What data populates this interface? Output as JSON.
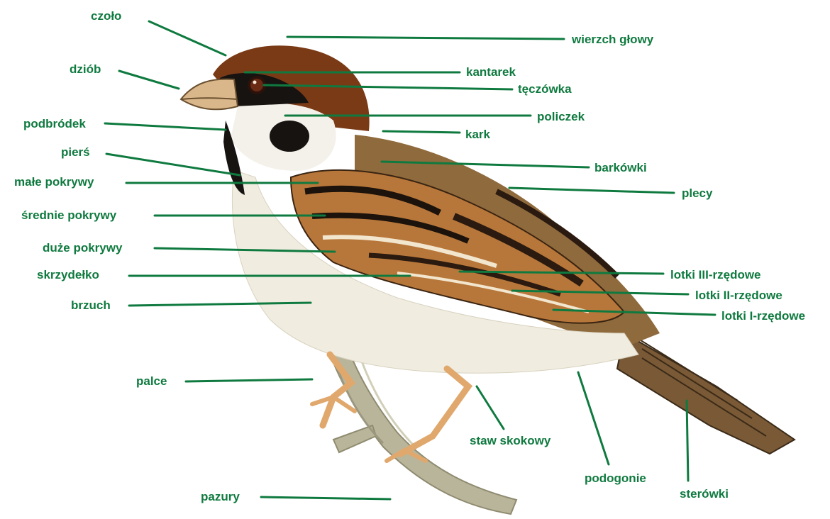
{
  "colors": {
    "label": "#0f7a3f",
    "crown": "#7a3a16",
    "cheek": "#f4f1ea",
    "mask": "#161311",
    "wing": "#b8773a",
    "belly": "#f0ece0",
    "branch": "#b9b59a",
    "legs": "#e0a86d"
  },
  "labels": {
    "czolo": "czoło",
    "wierzch_glowy": "wierzch głowy",
    "dziob": "dziób",
    "kantarek": "kantarek",
    "teczowka": "tęczówka",
    "podbrodek": "podbródek",
    "policzek": "policzek",
    "kark": "kark",
    "piers": "pierś",
    "barkowki": "barkówki",
    "male_pokrywy": "małe pokrywy",
    "plecy": "plecy",
    "srednie_pokrywy": "średnie pokrywy",
    "duze_pokrywy": "duże pokrywy",
    "skrzydelko": "skrzydełko",
    "lotki_iii": "lotki III-rzędowe",
    "lotki_ii": "lotki II-rzędowe",
    "lotki_i": "lotki I-rzędowe",
    "brzuch": "brzuch",
    "palce": "palce",
    "staw_skokowy": "staw skokowy",
    "podogonie": "podogonie",
    "sterowki": "sterówki",
    "pazury": "pazury"
  }
}
